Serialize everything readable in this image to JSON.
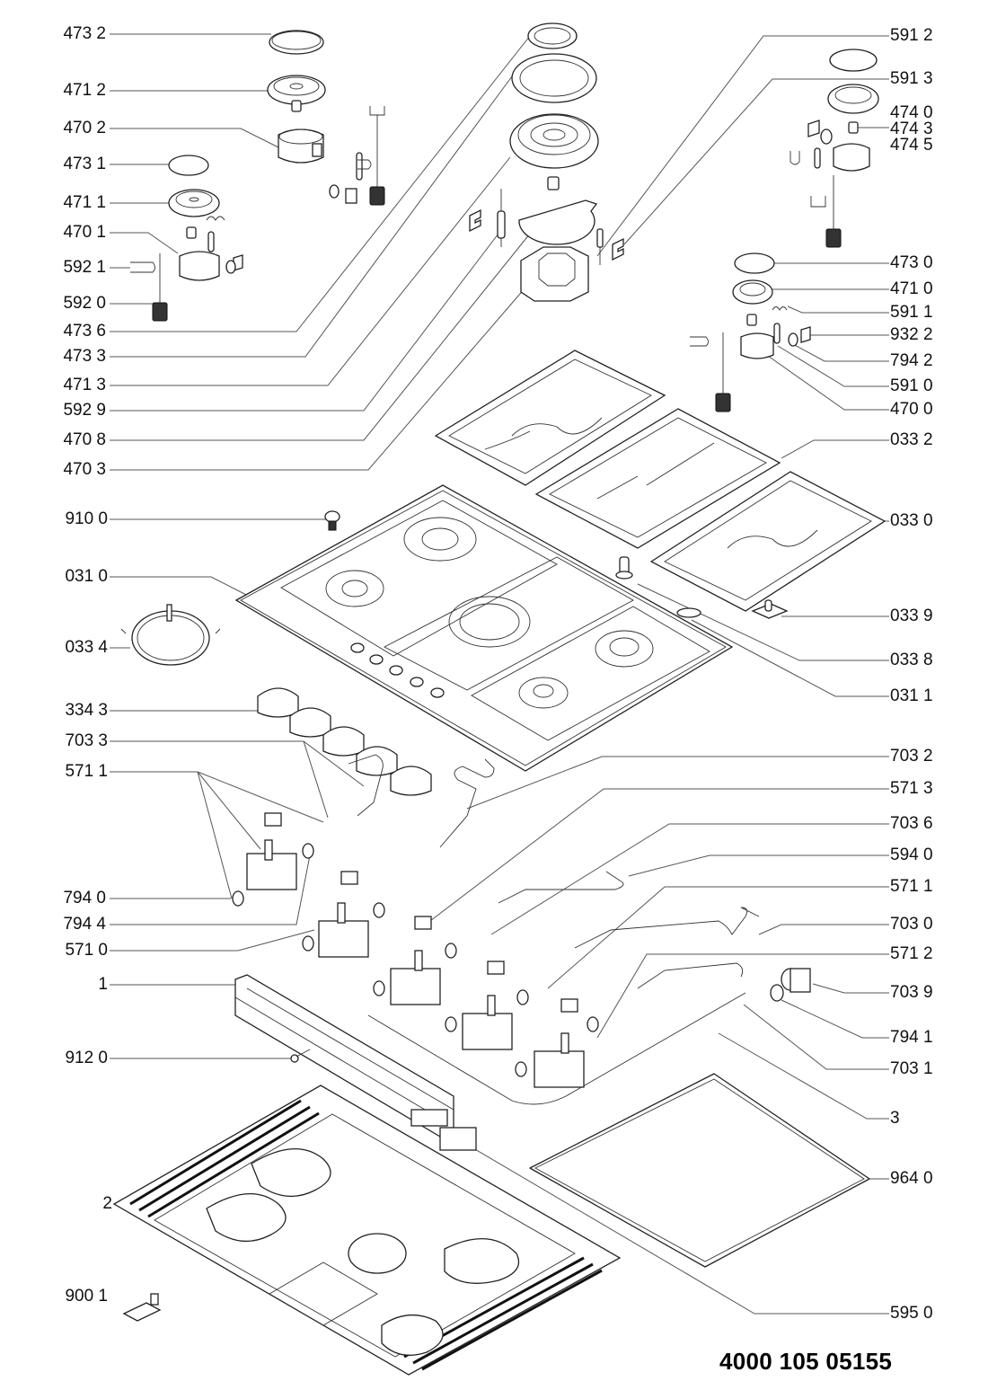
{
  "diagram": {
    "title": "Gas hob exploded parts diagram",
    "catalog_number": "4000 105 05155",
    "left_labels": [
      "473 2",
      "471 2",
      "470 2",
      "473 1",
      "471 1",
      "470 1",
      "592 1",
      "592 0",
      "473 6",
      "473 3",
      "471 3",
      "592 9",
      "470 8",
      "470 3",
      "910 0",
      "031 0",
      "033 4",
      "334 3",
      "703 3",
      "571 1",
      "794 0",
      "794 4",
      "571 0",
      "1",
      "912 0",
      "2",
      "900 1"
    ],
    "right_labels": [
      "591 2",
      "591 3",
      "474 0",
      "474 3",
      "474 5",
      "473 0",
      "471 0",
      "591 1",
      "932 2",
      "794 2",
      "591 0",
      "470 0",
      "033 2",
      "033 0",
      "033 9",
      "033 8",
      "031 1",
      "703 2",
      "571 3",
      "703 6",
      "594 0",
      "571 1",
      "703 0",
      "571 2",
      "703 9",
      "794 1",
      "703 1",
      "3",
      "964 0",
      "595 0"
    ]
  },
  "parts": {
    "burner_caps": "burner-cap",
    "burner_heads": "burner-head",
    "hob_top": "hob-top-panel",
    "pan_supports": "pan-support-grate",
    "knobs": "control-knob",
    "valves": "gas-valve",
    "pipes": "gas-pipe",
    "base_tray": "base-tray",
    "seal": "hob-seal"
  }
}
